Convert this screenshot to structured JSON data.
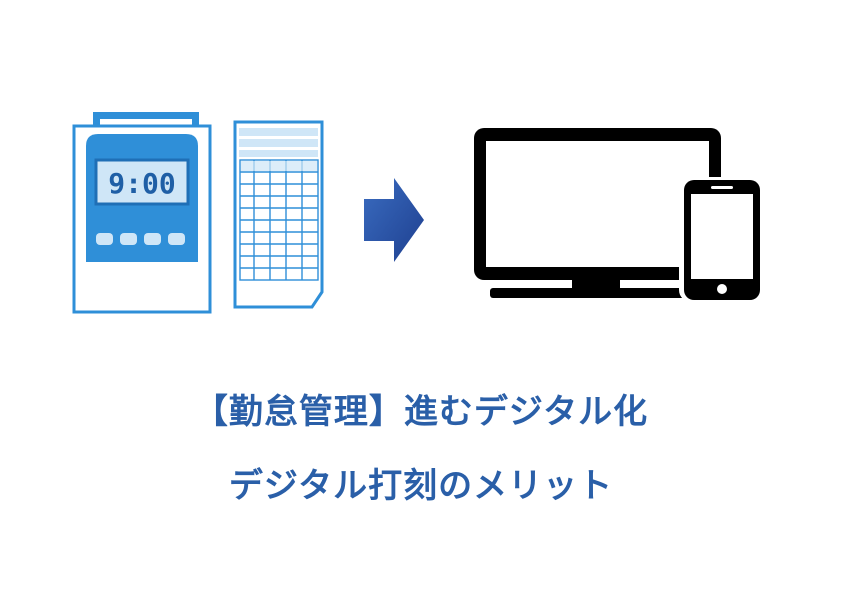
{
  "clock": {
    "time": "9:00"
  },
  "headline": {
    "line1": "【勤怠管理】進むデジタル化",
    "line2": "デジタル打刻のメリット"
  },
  "colors": {
    "accent_blue": "#2f8fd8",
    "light_blue": "#cfe6f7",
    "arrow_blue": "#2452a8",
    "text_blue": "#2a5fa8",
    "device_black": "#000000"
  },
  "icons": {
    "time_clock": "time-clock-icon",
    "time_card": "time-card-icon",
    "arrow": "arrow-right-icon",
    "monitor": "monitor-icon",
    "smartphone": "smartphone-icon"
  }
}
